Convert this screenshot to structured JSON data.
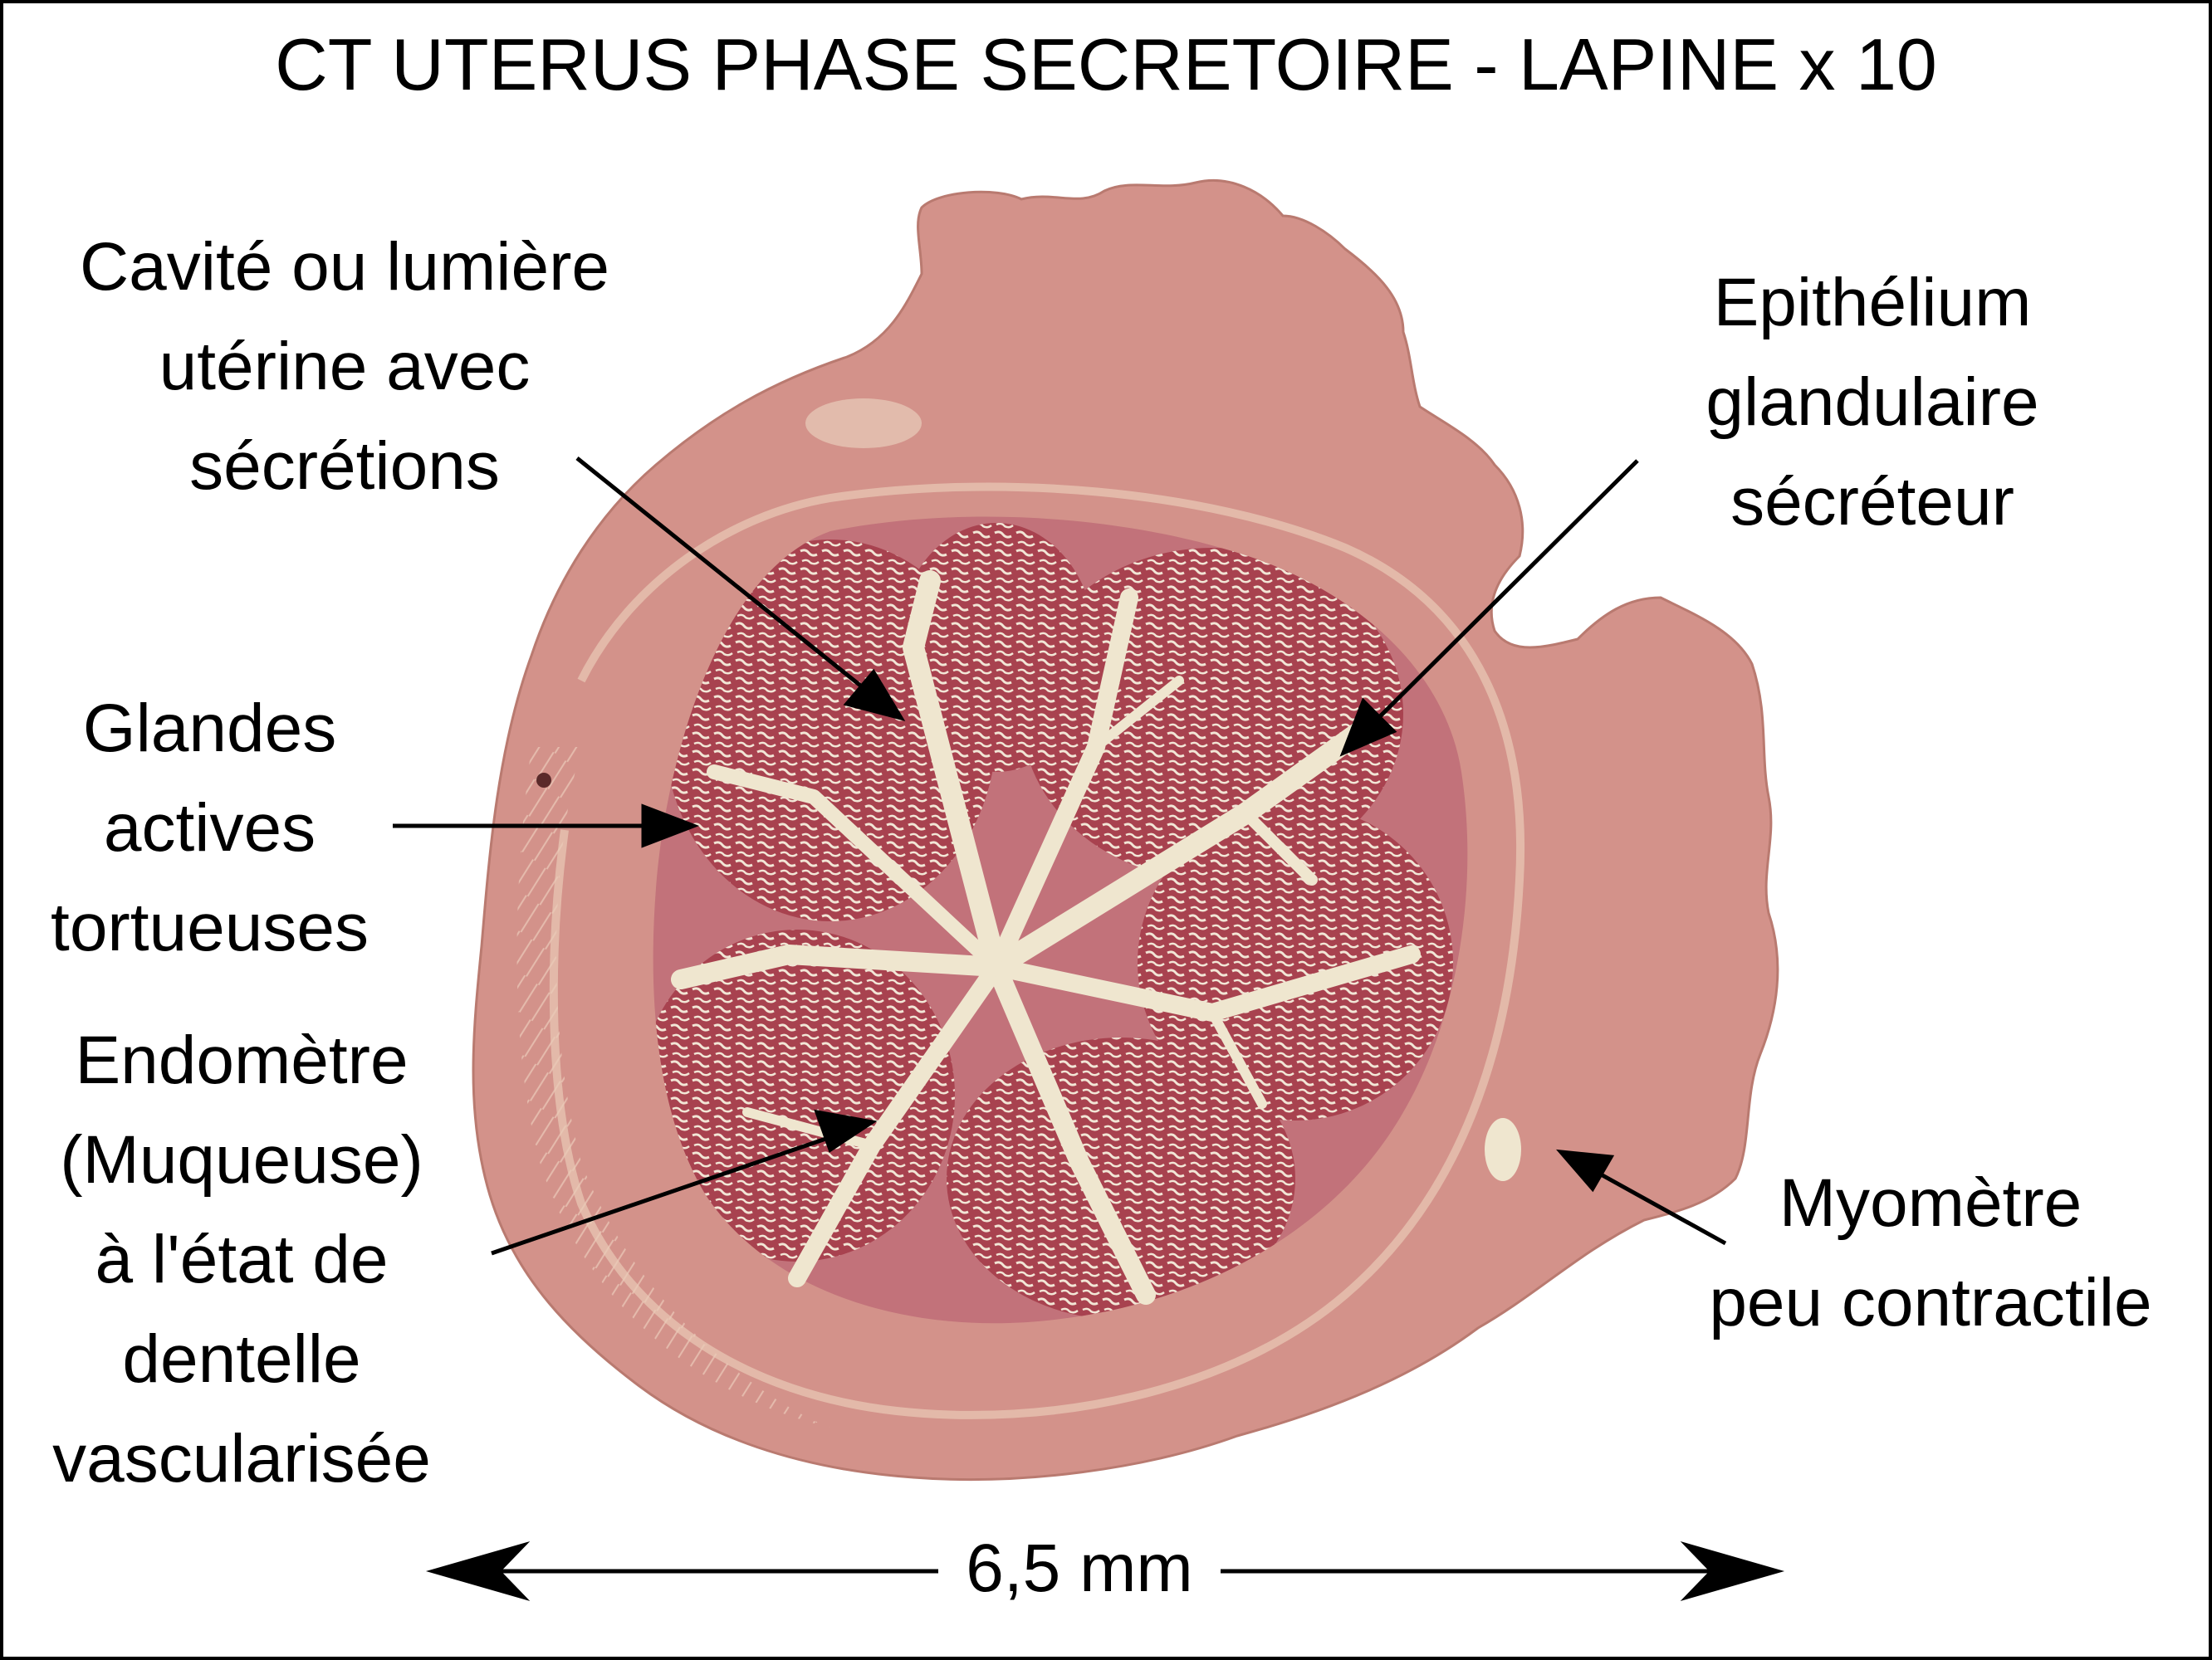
{
  "title": "CT UTERUS PHASE SECRETOIRE - LAPINE x 10",
  "labels": {
    "cavite": [
      "Cavité ou lumière",
      "utérine avec",
      "sécrétions"
    ],
    "epithelium": [
      "Epithélium",
      "glandulaire",
      "sécréteur"
    ],
    "glandes": [
      "Glandes",
      "actives",
      "tortueuses"
    ],
    "endometre": [
      "Endomètre",
      "(Muqueuse)",
      "à l'état de",
      "dentelle",
      "vascularisée"
    ],
    "myometre": [
      "Myomètre",
      "peu contractile"
    ]
  },
  "scale_bar": {
    "label": "6,5 mm"
  },
  "colors": {
    "outer_tissue": "#d3928a",
    "endometrium": "#c2727a",
    "gland_lace": "#a8424f",
    "lumen": "#efe6cf",
    "text": "#000000"
  }
}
